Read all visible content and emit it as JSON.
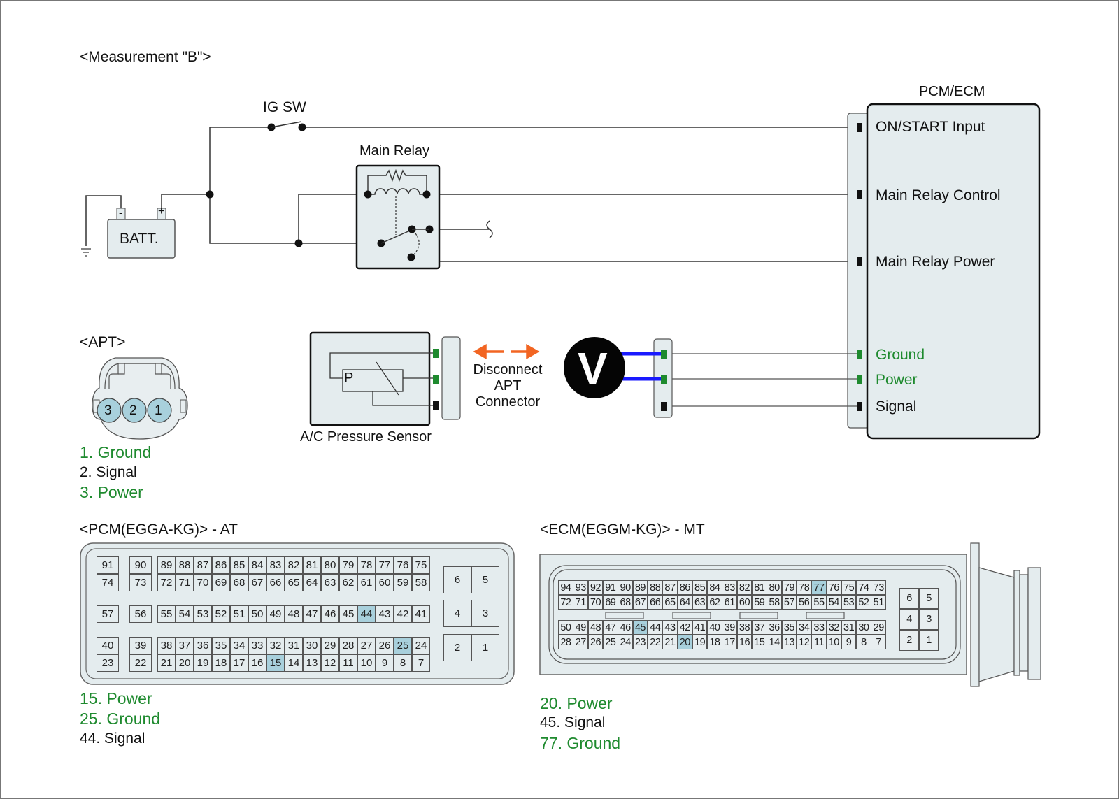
{
  "title": "<Measurement \"B\">",
  "circuit": {
    "ig_switch_label": "IG SW",
    "main_relay_label": "Main Relay",
    "battery_label": "BATT.",
    "battery_neg": "-",
    "battery_pos": "+",
    "module_title": "PCM/ECM",
    "module_pins": [
      {
        "label": "ON/START Input",
        "color": "black"
      },
      {
        "label": "Main Relay Control",
        "color": "black"
      },
      {
        "label": "Main Relay Power",
        "color": "black"
      },
      {
        "label": "Ground",
        "color": "green"
      },
      {
        "label": "Power",
        "color": "green"
      },
      {
        "label": "Signal",
        "color": "black"
      }
    ],
    "sensor_label": "A/C Pressure Sensor",
    "sensor_symbol": "P",
    "voltmeter_symbol": "V",
    "disconnect_note": [
      "Disconnect",
      "APT",
      "Connector"
    ]
  },
  "apt": {
    "title": "<APT>",
    "pins": [
      "3",
      "2",
      "1"
    ],
    "legend": [
      {
        "text": "1. Ground",
        "color": "green"
      },
      {
        "text": "2. Signal",
        "color": "black"
      },
      {
        "text": "3. Power",
        "color": "green"
      }
    ]
  },
  "pcm": {
    "title": "<PCM(EGGA-KG)> - AT",
    "highlighted": [
      "15",
      "25",
      "44"
    ],
    "single_cols": [
      [
        "91",
        "74",
        "57",
        "40",
        "23"
      ],
      [
        "90",
        "73",
        "56",
        "39",
        "22"
      ]
    ],
    "main_rows": [
      [
        "89",
        "88",
        "87",
        "86",
        "85",
        "84",
        "83",
        "82",
        "81",
        "80",
        "79",
        "78",
        "77",
        "76",
        "75"
      ],
      [
        "72",
        "71",
        "70",
        "69",
        "68",
        "67",
        "66",
        "65",
        "64",
        "63",
        "62",
        "61",
        "60",
        "59",
        "58"
      ],
      [
        "55",
        "54",
        "53",
        "52",
        "51",
        "50",
        "49",
        "48",
        "47",
        "46",
        "45",
        "44",
        "43",
        "42",
        "41"
      ],
      [
        "38",
        "37",
        "36",
        "35",
        "34",
        "33",
        "32",
        "31",
        "30",
        "29",
        "28",
        "27",
        "26",
        "25",
        "24"
      ],
      [
        "21",
        "20",
        "19",
        "18",
        "17",
        "16",
        "15",
        "14",
        "13",
        "12",
        "11",
        "10",
        "9",
        "8",
        "7"
      ]
    ],
    "power_pins": [
      [
        "6",
        "5"
      ],
      [
        "4",
        "3"
      ],
      [
        "2",
        "1"
      ]
    ],
    "legend": [
      {
        "text": "15. Power",
        "color": "green"
      },
      {
        "text": "25. Ground",
        "color": "green"
      },
      {
        "text": "44. Signal",
        "color": "black"
      }
    ]
  },
  "ecm": {
    "title": "<ECM(EGGM-KG)> - MT",
    "highlighted": [
      "20",
      "45",
      "77"
    ],
    "rows": [
      [
        "94",
        "93",
        "92",
        "91",
        "90",
        "89",
        "88",
        "87",
        "86",
        "85",
        "84",
        "83",
        "82",
        "81",
        "80",
        "79",
        "78",
        "77",
        "76",
        "75",
        "74",
        "73"
      ],
      [
        "72",
        "71",
        "70",
        "69",
        "68",
        "67",
        "66",
        "65",
        "64",
        "63",
        "62",
        "61",
        "60",
        "59",
        "58",
        "57",
        "56",
        "55",
        "54",
        "53",
        "52",
        "51"
      ],
      [
        "50",
        "49",
        "48",
        "47",
        "46",
        "45",
        "44",
        "43",
        "42",
        "41",
        "40",
        "39",
        "38",
        "37",
        "36",
        "35",
        "34",
        "33",
        "32",
        "31",
        "30",
        "29"
      ],
      [
        "28",
        "27",
        "26",
        "25",
        "24",
        "23",
        "22",
        "21",
        "20",
        "19",
        "18",
        "17",
        "16",
        "15",
        "14",
        "13",
        "12",
        "11",
        "10",
        "9",
        "8",
        "7"
      ]
    ],
    "power_pins": [
      [
        "6",
        "5"
      ],
      [
        "4",
        "3"
      ],
      [
        "2",
        "1"
      ]
    ],
    "legend": [
      {
        "text": "20. Power",
        "color": "green"
      },
      {
        "text": "45. Signal",
        "color": "black"
      },
      {
        "text": "77. Ground",
        "color": "green"
      }
    ]
  },
  "colors": {
    "green": "#1e8a2e",
    "black": "#111111",
    "highlight": "#a8d0dc",
    "arrow": "#f26522",
    "probe": "#1a1aff",
    "fill": "#e4ecee"
  }
}
